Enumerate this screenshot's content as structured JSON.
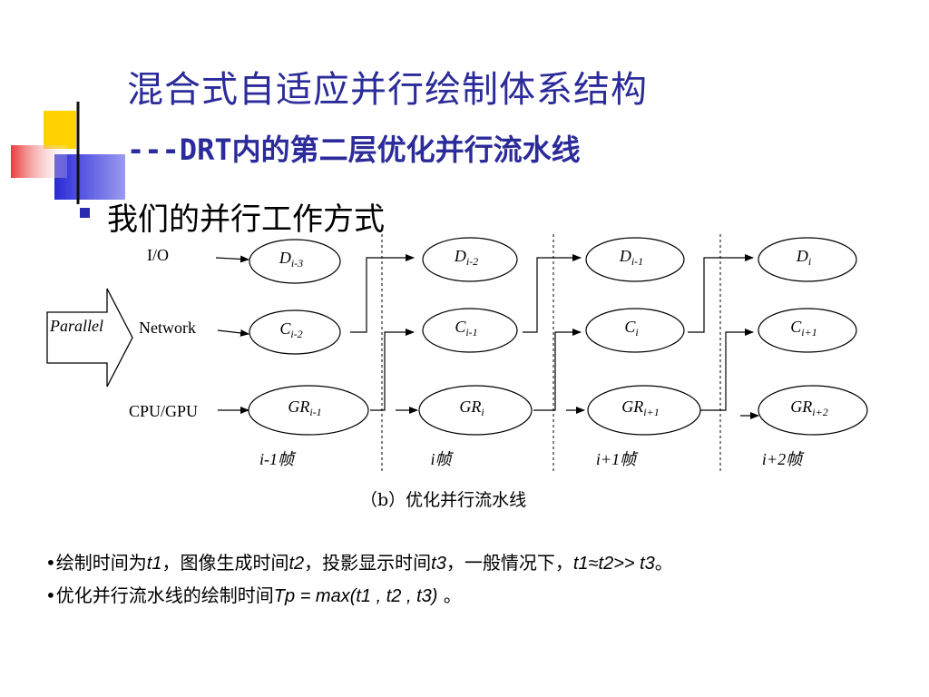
{
  "slide": {
    "title_main": "混合式自适应并行绘制体系结构",
    "title_sub": "---DRT内的第二层优化并行流水线",
    "bullet": "我们的并行工作方式",
    "caption": "（b）优化并行流水线"
  },
  "diagram": {
    "row_labels": {
      "io": "I/O",
      "network": "Network",
      "cpu_gpu": "CPU/GPU"
    },
    "input_label": "Parallel",
    "frames": [
      "i-1帧",
      "i帧",
      "i+1帧",
      "i+2帧"
    ],
    "nodes": {
      "d": [
        {
          "base": "D",
          "sub": "i-3"
        },
        {
          "base": "D",
          "sub": "i-2"
        },
        {
          "base": "D",
          "sub": "i-1"
        },
        {
          "base": "D",
          "sub": "i"
        }
      ],
      "c": [
        {
          "base": "C",
          "sub": "i-2"
        },
        {
          "base": "C",
          "sub": "i-1"
        },
        {
          "base": "C",
          "sub": "i"
        },
        {
          "base": "C",
          "sub": "i+1"
        }
      ],
      "gr": [
        {
          "base": "GR",
          "sub": "i-1"
        },
        {
          "base": "GR",
          "sub": "i"
        },
        {
          "base": "GR",
          "sub": "i+1"
        },
        {
          "base": "GR",
          "sub": "i+2"
        }
      ]
    }
  },
  "notes": {
    "line1": {
      "p1": "•绘制时间为",
      "t1": "t1",
      "p2": "，图像生成时间",
      "t2": "t2",
      "p3": "，投影显示时间",
      "t3": "t3",
      "p4": "，一般情况下，",
      "rel": "t1≈t2>> t3",
      "end": "。"
    },
    "line2": {
      "p1": "•优化并行流水线的绘制时间",
      "formula": "Tp =  max(t1 , t2 , t3)",
      "end": " 。"
    }
  },
  "colors": {
    "title": "#2b2b9a",
    "deco_yellow": "#ffd200",
    "deco_blue": "#2a2ad6",
    "deco_red": "#e83030"
  }
}
